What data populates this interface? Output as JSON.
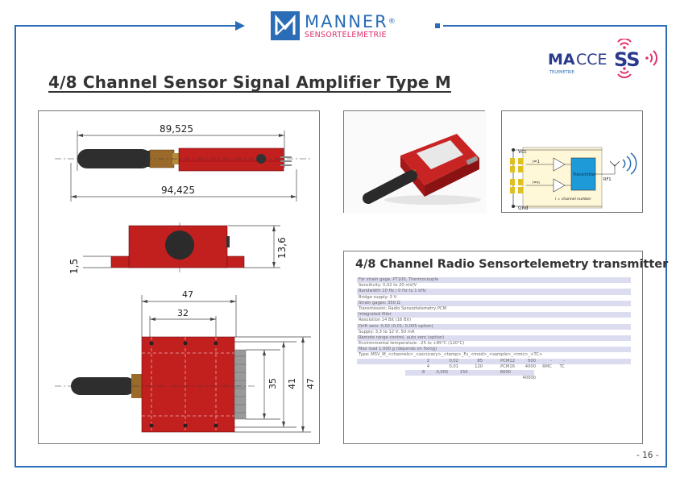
{
  "header": {
    "brand_name": "MANNER",
    "brand_reg": "®",
    "brand_sub": "SENSORTELEMETRIE",
    "maccess_logo": "MACCESS",
    "maccess_sub": "TELEMETRIE"
  },
  "title": "4/8 Channel Sensor Signal Amplifier Type M",
  "drawing": {
    "dim_top": "89,525",
    "dim_total": "94,425",
    "dim_height": "13,6",
    "dim_base": "1,5",
    "dim_w47": "47",
    "dim_w32": "32",
    "dim_h35": "35",
    "dim_h41": "41",
    "dim_h47": "47"
  },
  "diagram": {
    "vcc": "Vcc",
    "gnd": "Gnd",
    "ch1": "i=1",
    "chn": "i=n",
    "transmitter": "Transmitter",
    "channel_note": "i = channel number",
    "rf": "RF1"
  },
  "specs": {
    "title": "4/8 Channel Radio Sensortelemetry transmitter",
    "lines": [
      "For strain gage, PT100, Thermocouple",
      "Sensitivity: 0,02 to 20 mV/V",
      "Bandwidth 10 Hz / 0 Hz to 1 kHz",
      "Bridge supply: 3 V",
      "Strain gages: 350 Ω",
      "Transmission: Radio Sensortelemetry PCM",
      "Integrated filter",
      "Resolution 14 Bit (16 Bit)",
      "Drift zero: 0,02 (0,01; 0,005 option)",
      "Supply: 3,3 to 12 V, 50 mA",
      "Remote range control, auto zero (option)",
      "Environmental temperature: -25 to +85°C (120°C)",
      "Max load 1.000 g (depends on fixing)",
      "Type: MSV_M_<channels>_<accuracy>_<temp>_Fu_<mod>_<sample>_<rmc>_<TC>"
    ],
    "value_rows": [
      [
        "2",
        "0,02",
        "85",
        "PCM12",
        "500",
        "-",
        "-"
      ],
      [
        "4",
        "0,01",
        "120",
        "PCM16",
        "4000",
        "RMC",
        "TC"
      ],
      [
        "8",
        "0,005",
        "150",
        "",
        "8000",
        "",
        ""
      ],
      [
        "",
        "",
        "",
        "",
        "40000",
        "",
        ""
      ]
    ]
  },
  "page_number": "- 16 -",
  "colors": {
    "accent": "#2a6cb5",
    "brand_pink": "#e0316f",
    "housing_red": "#c21f1f"
  }
}
